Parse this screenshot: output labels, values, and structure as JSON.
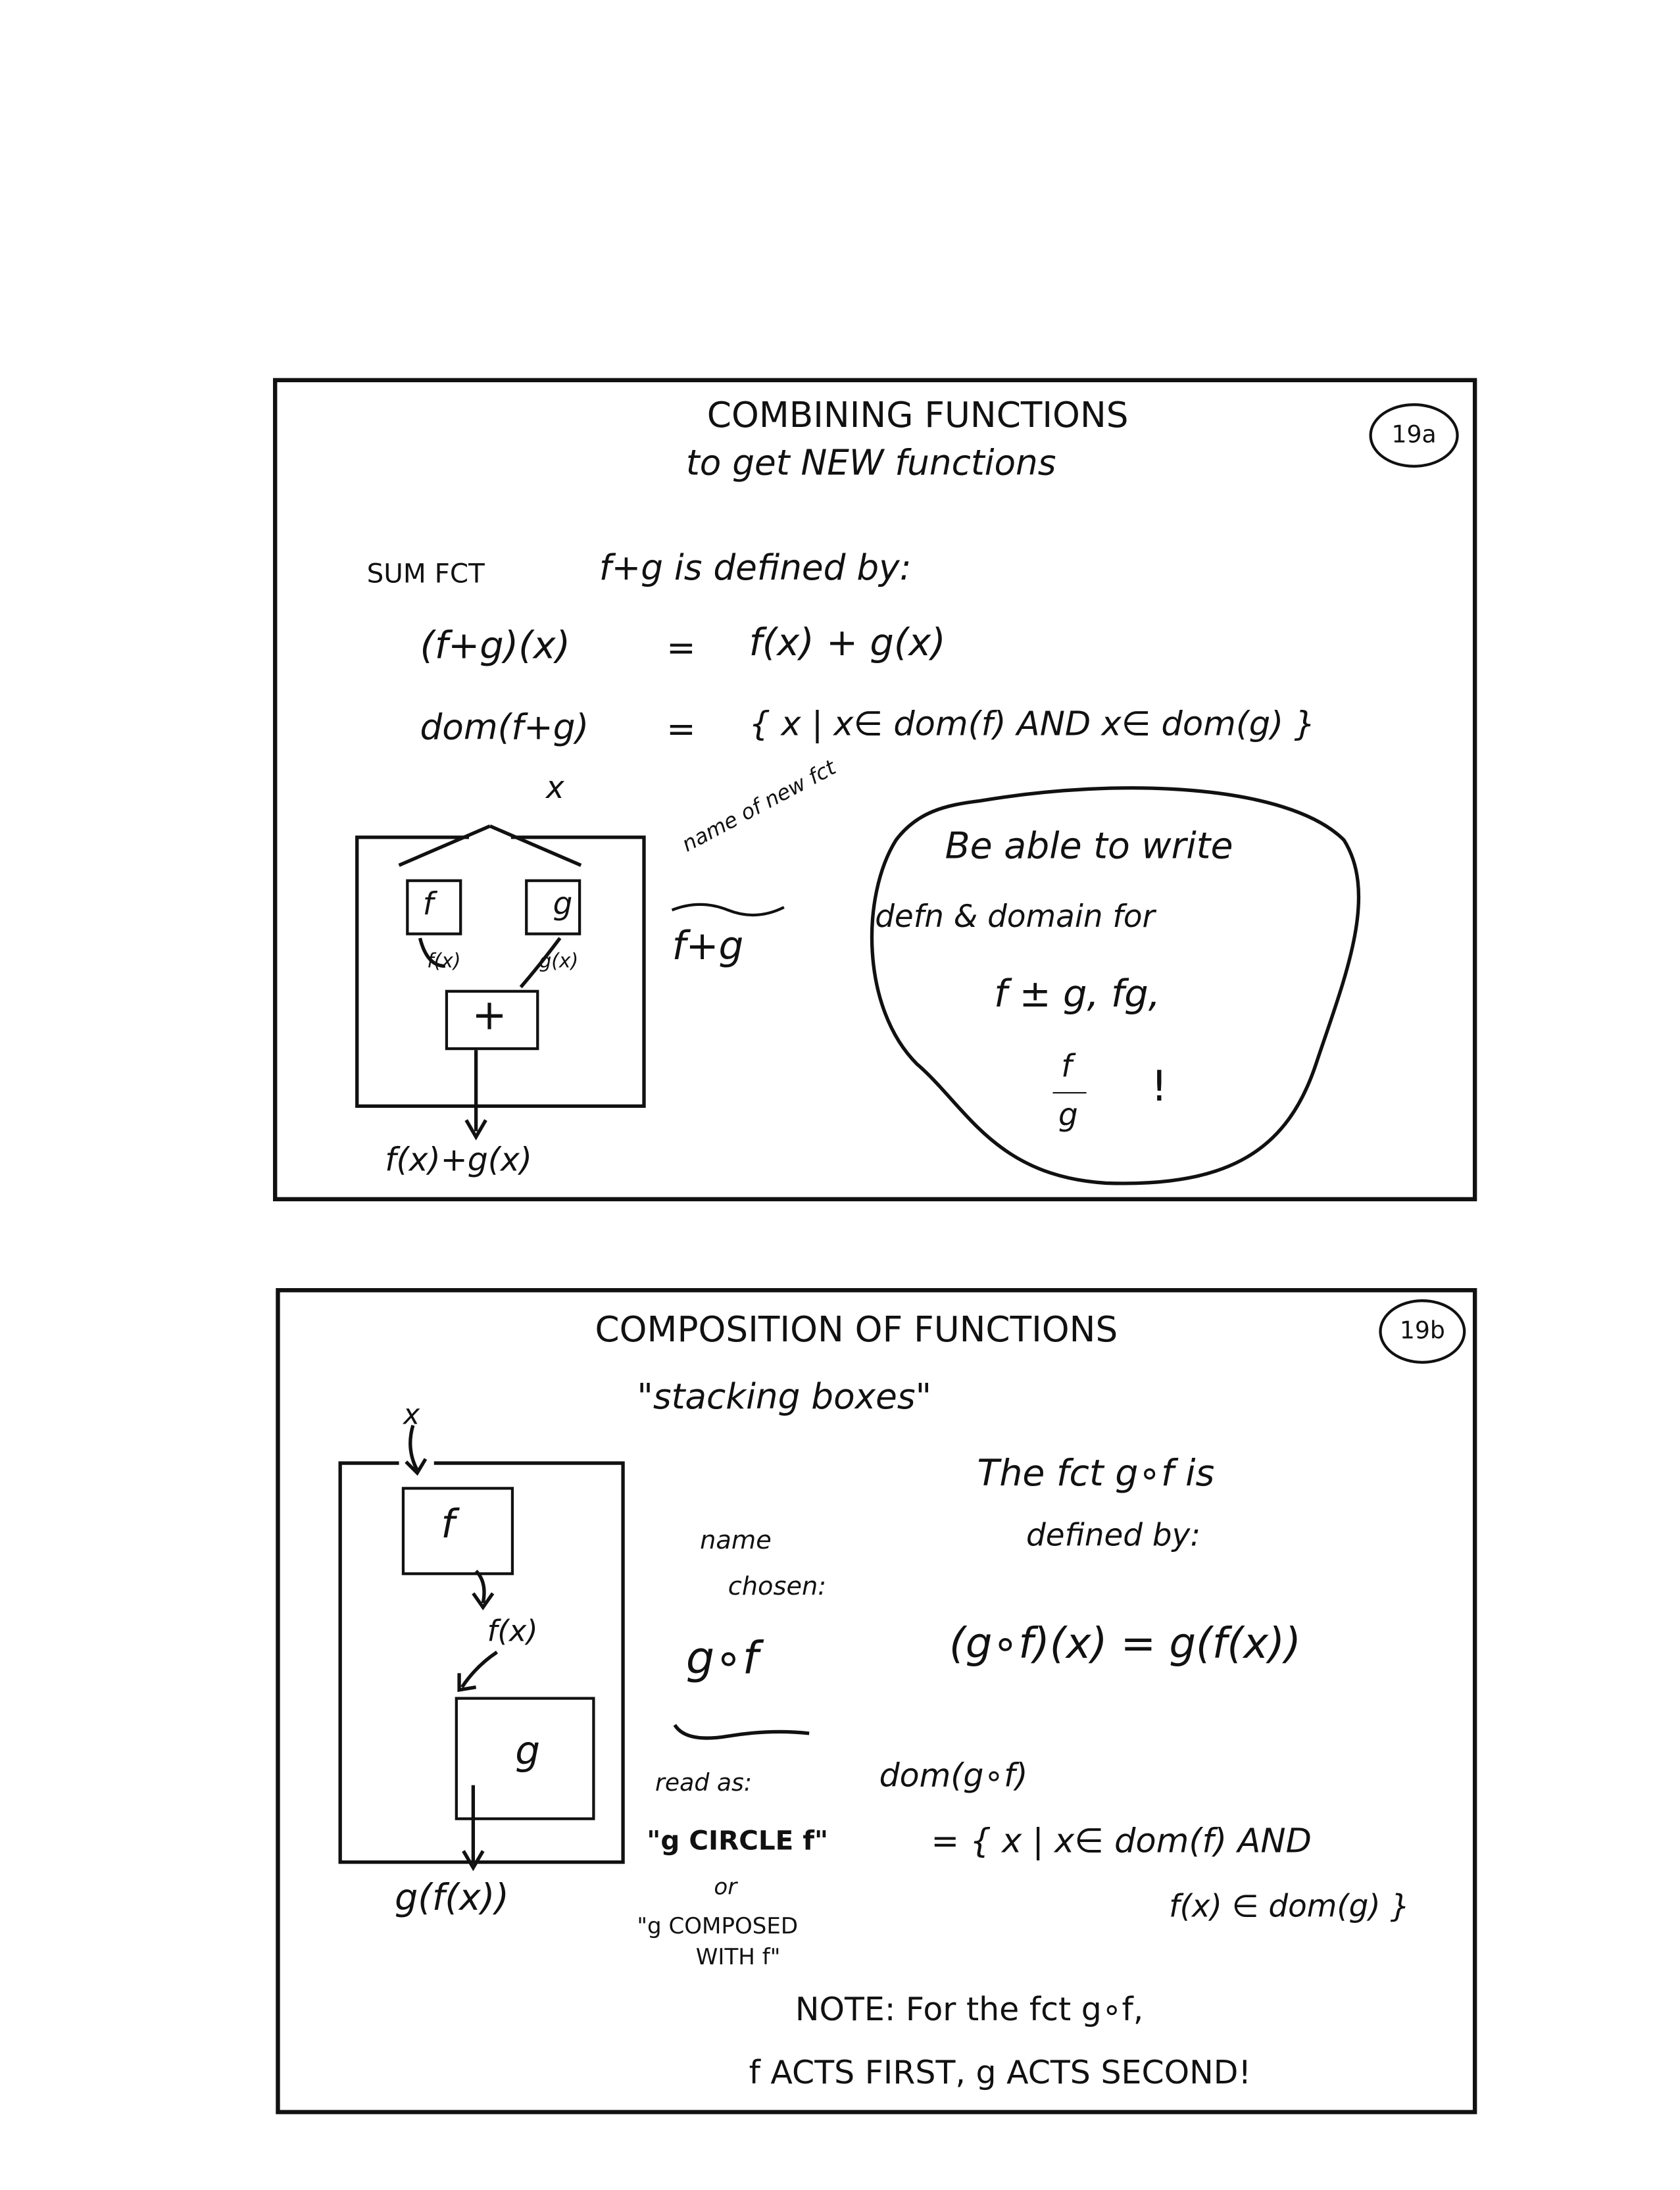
{
  "slide_a": {
    "badge": "19a",
    "title_line1": "COMBINING  FUNCTIONS",
    "title_line2": "to get  NEW  functions",
    "sum_label": "SUM FCT",
    "definition_intro": "f+g  is defined by:",
    "rule_lhs": "(f+g)(x)",
    "equals": "=",
    "rule_rhs": "f(x) + g(x)",
    "domain_lhs": "dom(f+g)",
    "domain_rhs": "{ x  |  x∈ dom(f)  AND  x∈ dom(g) }",
    "diagram": {
      "input": "x",
      "box_f": "f",
      "box_g": "g",
      "out_f": "f(x)",
      "out_g": "g(x)",
      "op": "+",
      "output": "f(x)+g(x)"
    },
    "name_note": "name of new fct",
    "name_value": "f+g",
    "callout": {
      "line1": "Be able to write",
      "line2": "defn & domain for",
      "line3": "f ± g,  fg,",
      "frac_num": "f",
      "frac_den": "g",
      "exclaim": "!"
    }
  },
  "slide_b": {
    "badge": "19b",
    "title": "COMPOSITION  OF  FUNCTIONS",
    "subtitle": "\"stacking boxes\"",
    "diagram": {
      "input": "x",
      "box_f": "f",
      "mid": "f(x)",
      "box_g": "g",
      "output": "g(f(x))"
    },
    "name_label1": "name",
    "name_label2": "chosen:",
    "name_value": "g∘f",
    "def_line1": "The fct  g∘f  is",
    "def_line2": "defined by:",
    "rule": "(g∘f)(x)  =  g(f(x))",
    "read_as": "read as:",
    "read1": "\"g CIRCLE f\"",
    "or": "or",
    "read2a": "\"g COMPOSED",
    "read2b": "WITH f\"",
    "dom_label": "dom(g∘f)",
    "dom_line1": "= { x  |  x∈ dom(f)  AND",
    "dom_line2": "f(x) ∈ dom(g) }",
    "note_line1": "NOTE:  For the fct  g∘f,",
    "note_line2": "f ACTS FIRST,   g  ACTS  SECOND!"
  }
}
